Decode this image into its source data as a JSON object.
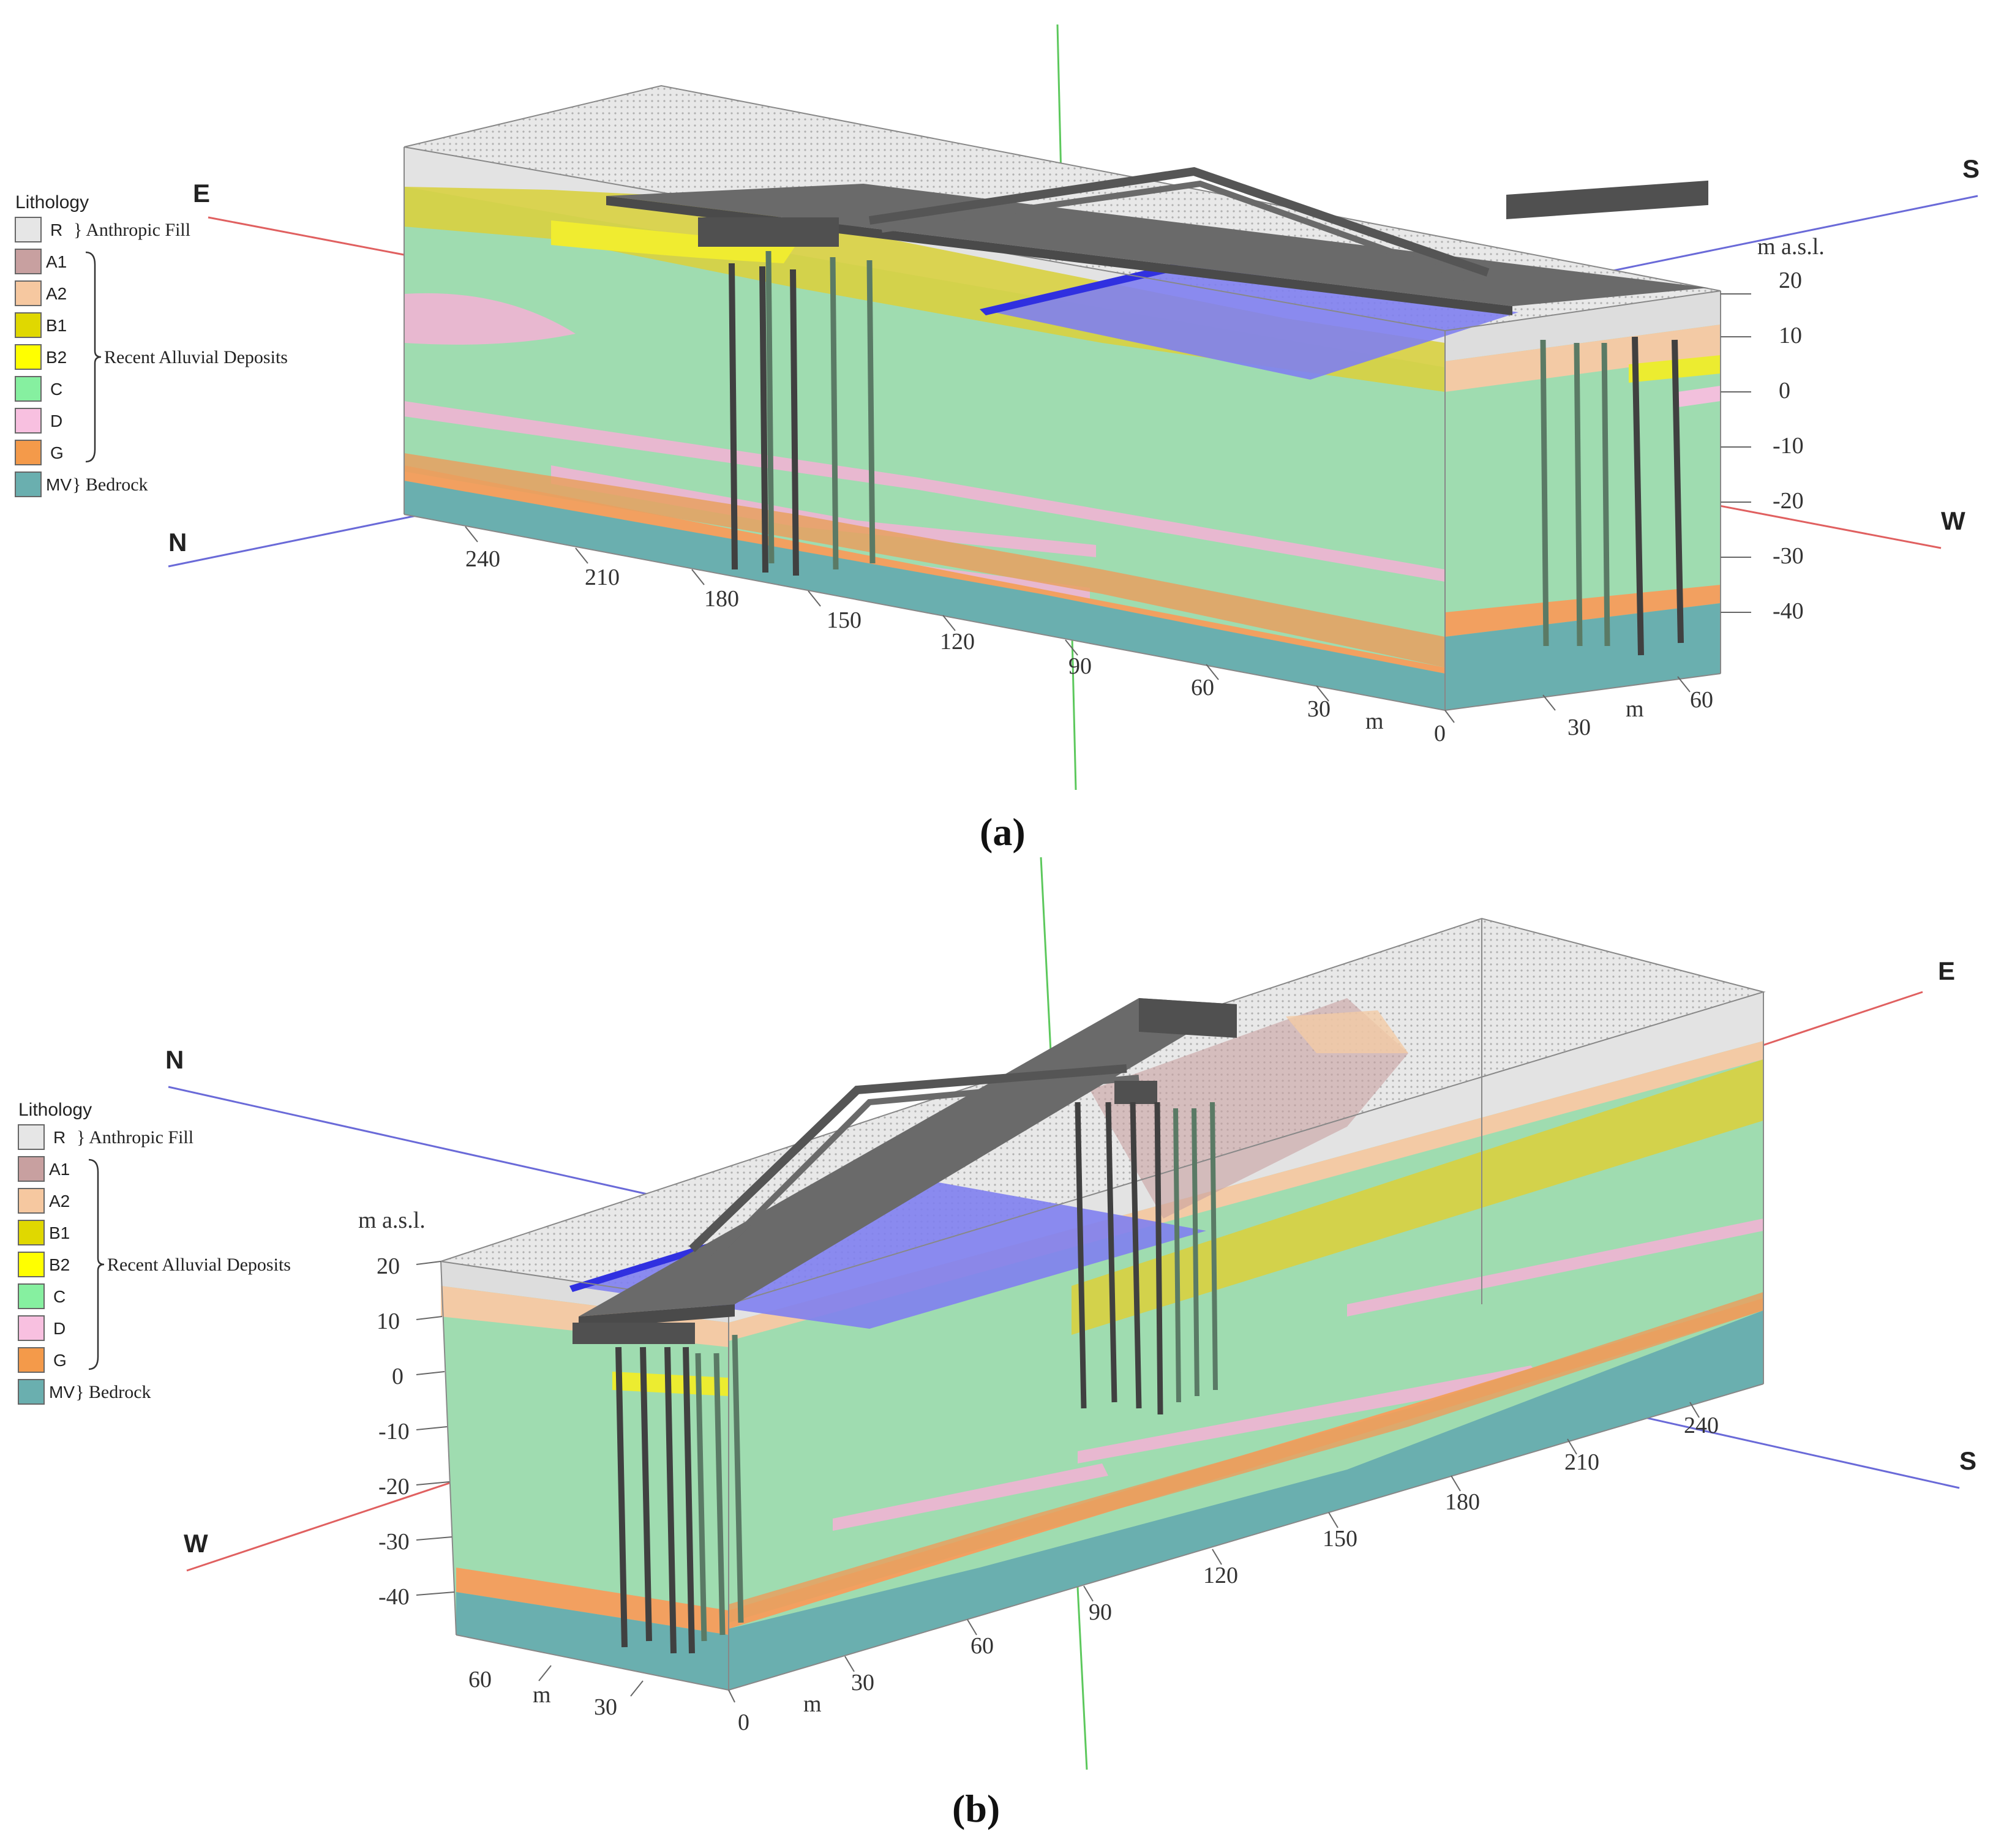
{
  "legend": {
    "title": "Lithology",
    "units": [
      {
        "code": "R",
        "color": "#e6e6e6"
      },
      {
        "code": "A1",
        "color": "#c8a0a0"
      },
      {
        "code": "A2",
        "color": "#f6c8a0"
      },
      {
        "code": "B1",
        "color": "#e0d800"
      },
      {
        "code": "B2",
        "color": "#ffff00"
      },
      {
        "code": "C",
        "color": "#86f0a0"
      },
      {
        "code": "D",
        "color": "#f8c0e0"
      },
      {
        "code": "G",
        "color": "#f49a4a"
      },
      {
        "code": "MV",
        "color": "#6aafaf"
      }
    ],
    "groups": {
      "anthropic_fill": "Anthropic Fill",
      "recent_alluvial": "Recent Alluvial Deposits",
      "bedrock": "Bedrock"
    }
  },
  "panel_a": {
    "caption": "(a)",
    "directions": {
      "e": "E",
      "s": "S",
      "n": "N",
      "w": "W"
    },
    "elev_title": "m a.s.l.",
    "elev_ticks": [
      "20",
      "10",
      "0",
      "-10",
      "-20",
      "-30",
      "-40"
    ],
    "long_ticks": [
      "240",
      "210",
      "180",
      "150",
      "120",
      "90",
      "60",
      "30",
      "0"
    ],
    "short_ticks": [
      "30",
      "60"
    ],
    "unit": "m"
  },
  "panel_b": {
    "caption": "(b)",
    "directions": {
      "e": "E",
      "s": "S",
      "n": "N",
      "w": "W"
    },
    "elev_title": "m a.s.l.",
    "elev_ticks": [
      "20",
      "10",
      "0",
      "-10",
      "-20",
      "-30",
      "-40"
    ],
    "long_ticks": [
      "0",
      "30",
      "60",
      "90",
      "120",
      "150",
      "180",
      "210",
      "240"
    ],
    "short_ticks": [
      "60",
      "30"
    ],
    "unit": "m"
  }
}
